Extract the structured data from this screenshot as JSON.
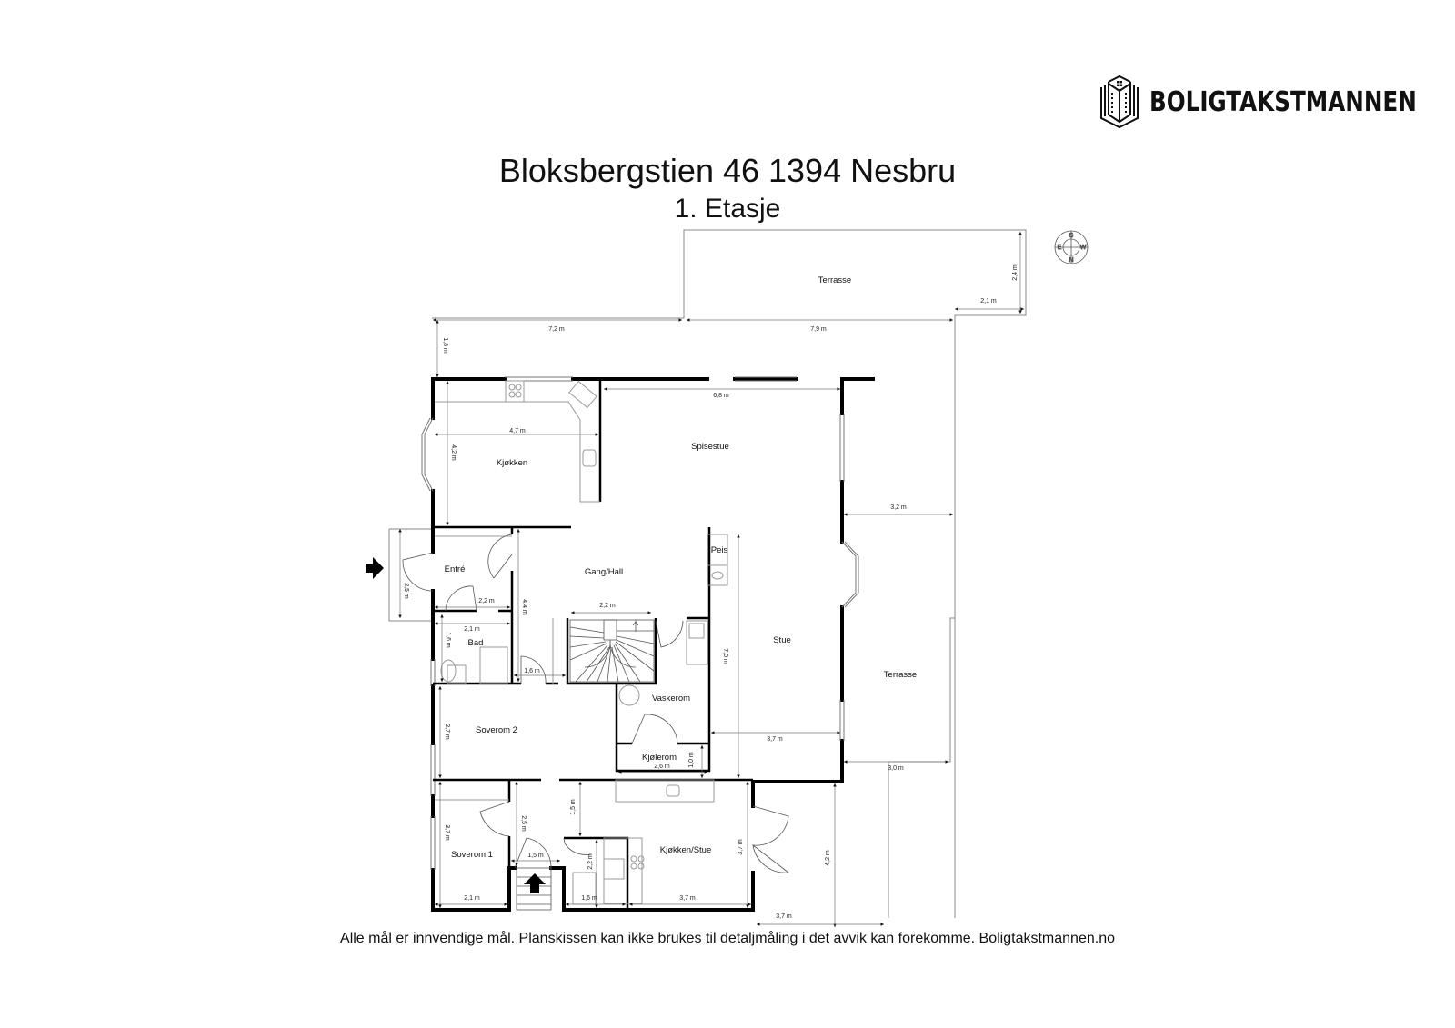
{
  "brand": {
    "name": "BOLIGTAKSTMANNEN"
  },
  "header": {
    "title": "Bloksbergstien 46 1394 Nesbru",
    "subtitle": "1. Etasje"
  },
  "compass": {
    "labels": [
      "S",
      "E",
      "W",
      "N"
    ]
  },
  "rooms": {
    "terrasse_top": "Terrasse",
    "kjokken": "Kjøkken",
    "spisestue": "Spisestue",
    "entre": "Entré",
    "gang_hall": "Gang/Hall",
    "peis": "Peis",
    "bad": "Bad",
    "stue": "Stue",
    "terrasse_right": "Terrasse",
    "vaskerom": "Vaskerom",
    "soverom2": "Soverom 2",
    "kjolerom": "Kjølerom",
    "soverom1": "Soverom 1",
    "kjokken_stue": "Kjøkken/Stue"
  },
  "dimensions": {
    "top_left": "7,2 m",
    "top_right": "7,9 m",
    "terr_height": "2,4 m",
    "terr_step": "2,1 m",
    "setback": "1,8 m",
    "spisestue_w": "6,8 m",
    "kjokken_w": "4,7 m",
    "kjokken_h": "4,2 m",
    "terr_right_w": "3,2 m",
    "entre_h": "2,5 m",
    "entre_w": "2,2 m",
    "hall_h": "4,4 m",
    "stair_w": "2,2 m",
    "bad_w": "2,1 m",
    "bad_h": "1,6 m",
    "hall_door": "1,6 m",
    "stue_h": "7,0 m",
    "stue_w": "3,7 m",
    "terr_bottom_w": "3,0 m",
    "sov2_h": "2,7 m",
    "kjol_w": "2,6 m",
    "kjol_h": "1,0 m",
    "sov1_h": "3,7 m",
    "hall2_h": "2,5 m",
    "entry2_w": "1,5 m",
    "corr_h": "1,5 m",
    "wc_h": "2,2 m",
    "sov1_w": "2,1 m",
    "wc_w": "1,6 m",
    "ks_w": "3,7 m",
    "ks_h": "3,7 m",
    "ext_h": "4,2 m",
    "ext_w": "3,7 m"
  },
  "footer": {
    "disclaimer": "Alle mål er innvendige mål. Planskissen kan ikke brukes til detaljmåling i det avvik kan forekomme. Boligtakstmannen.no"
  }
}
